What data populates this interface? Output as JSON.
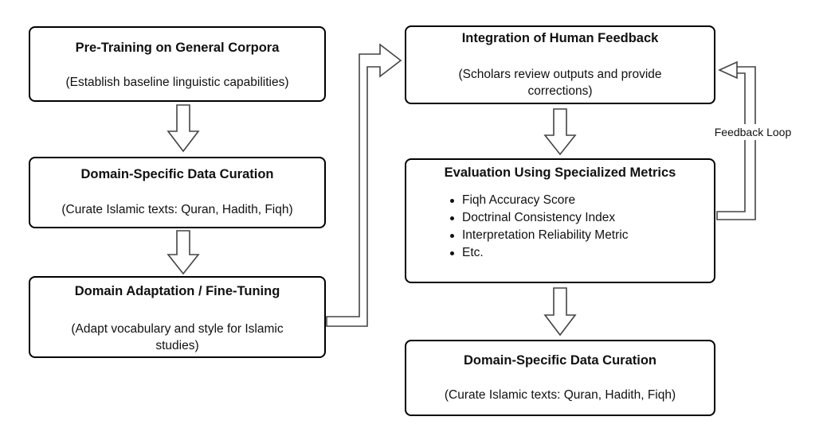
{
  "boxes": {
    "pretraining": {
      "title": "Pre-Training on General Corpora",
      "desc": "(Establish baseline linguistic capabilities)"
    },
    "curation_left": {
      "title": "Domain-Specific Data Curation",
      "desc": "(Curate Islamic texts: Quran, Hadith, Fiqh)"
    },
    "adaptation": {
      "title": "Domain Adaptation / Fine-Tuning",
      "desc_lines": [
        "(Adapt vocabulary and style for Islamic",
        "studies)"
      ]
    },
    "feedback": {
      "title": "Integration of Human Feedback",
      "desc_lines": [
        "(Scholars review outputs and provide",
        "corrections)"
      ]
    },
    "evaluation": {
      "title": "Evaluation Using Specialized Metrics",
      "bullets": [
        "Fiqh Accuracy Score",
        "Doctrinal Consistency Index",
        "Interpretation Reliability Metric",
        "Etc."
      ]
    },
    "curation_right": {
      "title": "Domain-Specific Data Curation",
      "desc": "(Curate Islamic texts: Quran, Hadith, Fiqh)"
    }
  },
  "loop_label": "Feedback Loop",
  "colors": {
    "stroke": "#000000",
    "arrow_stroke": "#444444",
    "background": "#ffffff"
  }
}
